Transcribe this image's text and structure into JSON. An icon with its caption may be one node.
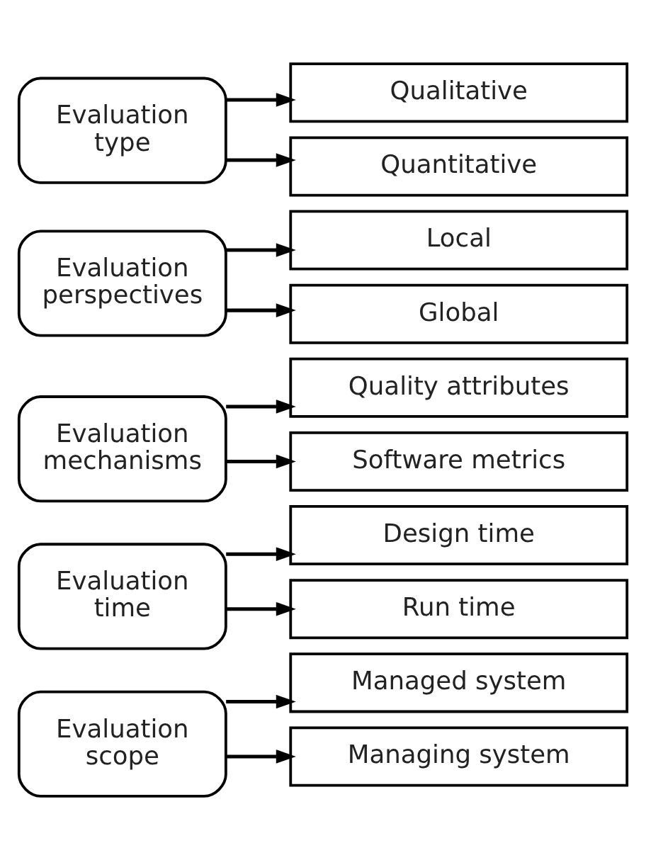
{
  "diagram": {
    "nodes": [
      {
        "text": [
          "Evaluation scope"
        ]
      },
      {
        "text": [
          "Managed system"
        ]
      },
      {
        "text": [
          "Managing system"
        ]
      },
      {
        "text": [
          "Evaluation time"
        ]
      },
      {
        "text": [
          "Design time"
        ]
      },
      {
        "text": [
          "Run time"
        ]
      },
      {
        "text": [
          "Evaluation mechanisms"
        ]
      },
      {
        "text": [
          "Quality attributes"
        ]
      },
      {
        "text": [
          "Software metrics"
        ]
      },
      {
        "text": [
          "Evaluation perspectives"
        ]
      },
      {
        "text": [
          "Local"
        ]
      },
      {
        "text": [
          "Global"
        ]
      },
      {
        "text": [
          "Evaluation type"
        ]
      },
      {
        "text": [
          "Qualitative"
        ]
      },
      {
        "text": [
          "Quantitative"
        ]
      }
    ],
    "edges": [
      {
        "from": 0,
        "to": 1,
        "arrow": "to"
      },
      {
        "from": 0,
        "to": 2,
        "arrow": "to"
      },
      {
        "from": 3,
        "to": 4,
        "arrow": "to"
      },
      {
        "from": 3,
        "to": 5,
        "arrow": "to"
      },
      {
        "from": 6,
        "to": 7,
        "arrow": "to"
      },
      {
        "from": 6,
        "to": 8,
        "arrow": "to"
      },
      {
        "from": 9,
        "to": 10,
        "arrow": "to"
      },
      {
        "from": 9,
        "to": 11,
        "arrow": "to"
      },
      {
        "from": 12,
        "to": 13,
        "arrow": "to"
      },
      {
        "from": 12,
        "to": 14,
        "arrow": "to"
      }
    ]
  }
}
